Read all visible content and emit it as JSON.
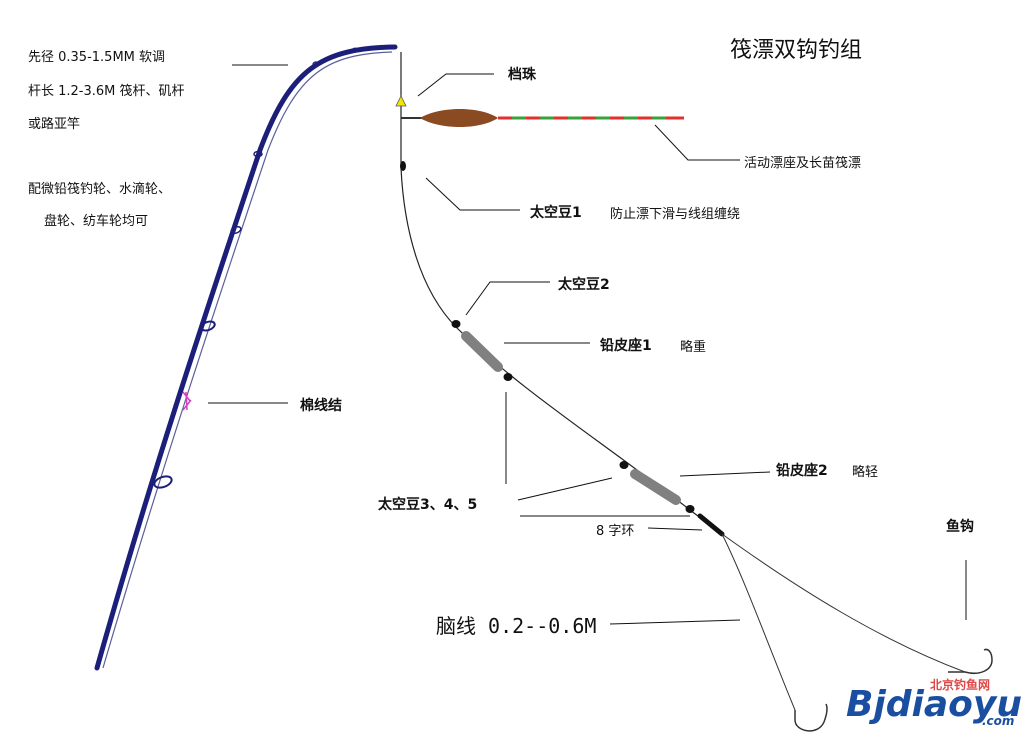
{
  "title": "筏漂双钩钓组",
  "rod_notes": {
    "line1": "先径 0.35-1.5MM 软调",
    "line2": "杆长 1.2-3.6M 筏杆、矶杆",
    "line3": "或路亚竿",
    "line4": "配微铅筏钓轮、水滴轮、",
    "line5": "盘轮、纺车轮均可"
  },
  "labels": {
    "stopper_bead": "档珠",
    "float": "活动漂座及长苗筏漂",
    "space_bean_1": "太空豆1",
    "space_bean_1_note": "防止漂下滑与线组缠绕",
    "space_bean_2": "太空豆2",
    "lead_seat_1": "铅皮座1",
    "lead_seat_1_note": "略重",
    "cotton_knot": "棉线结",
    "lead_seat_2": "铅皮座2",
    "lead_seat_2_note": "略轻",
    "space_bean_345": "太空豆3、4、5",
    "swivel": "8 字环",
    "hook": "鱼钩",
    "leader": "脑线 0.2--0.6M"
  },
  "watermark": {
    "top": "北京钓鱼网",
    "main": "Bjdiaoyu",
    "suffix": ".com"
  },
  "colors": {
    "rod": "#1c1f7a",
    "float_body": "#8a4a22",
    "float_tip_red": "#e03030",
    "float_tip_green": "#3aa03a",
    "lead": "#808080",
    "bead_yellow": "#f2e600",
    "knot": "#d040c0",
    "watermark": "#1a4ea0"
  }
}
